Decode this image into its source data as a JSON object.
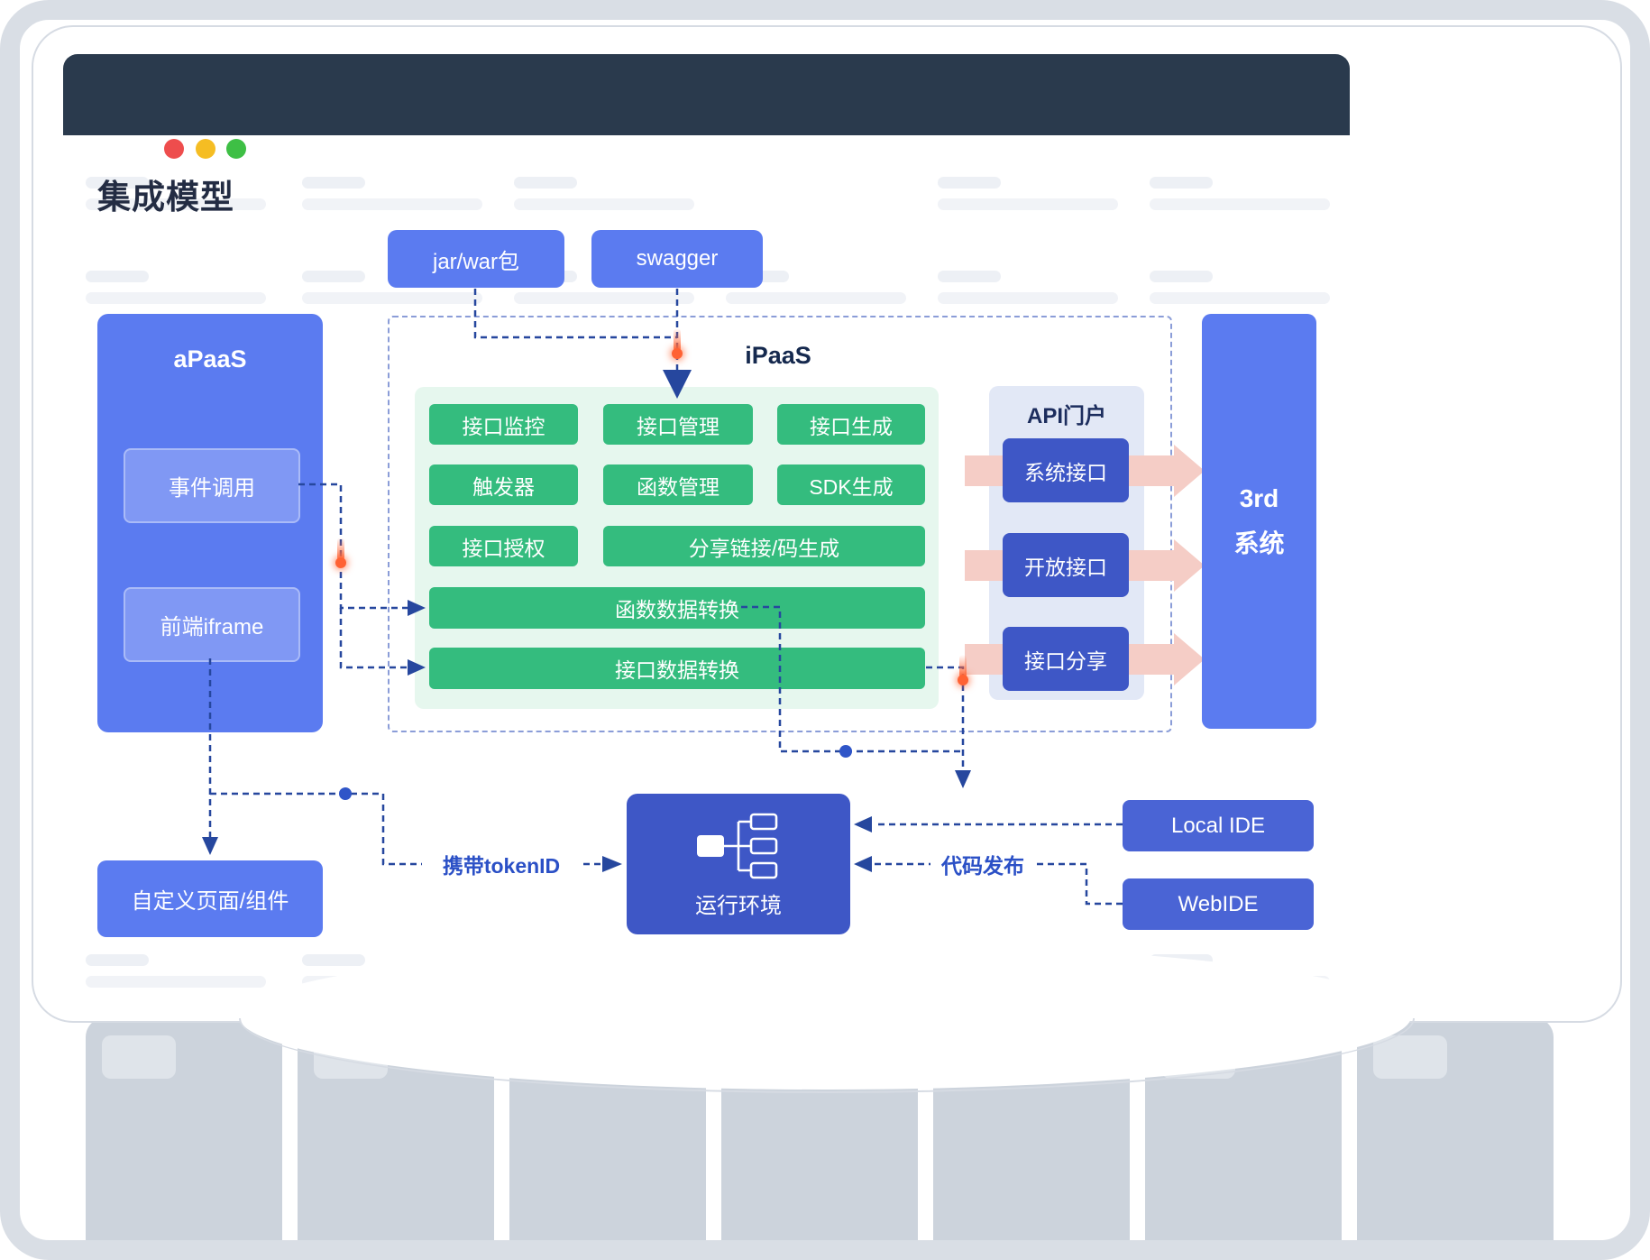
{
  "page_title": "集成模型",
  "sources": {
    "jar": "jar/war包",
    "swagger": "swagger"
  },
  "apaas": {
    "title": "aPaaS",
    "event_call": "事件调用",
    "front_iframe": "前端iframe"
  },
  "ipaas": {
    "title": "iPaaS",
    "buttons": [
      "接口监控",
      "接口管理",
      "接口生成",
      "触发器",
      "函数管理",
      "SDK生成",
      "接口授权",
      "分享链接/码生成",
      "函数数据转换",
      "接口数据转换"
    ]
  },
  "api_portal": {
    "title": "API门户",
    "items": [
      "系统接口",
      "开放接口",
      "接口分享"
    ]
  },
  "third_system": {
    "line1": "3rd",
    "line2": "系统"
  },
  "bottom": {
    "custom_component": "自定义页面/组件",
    "runtime": "运行环境",
    "local_ide": "Local IDE",
    "web_ide": "WebIDE"
  },
  "flow_labels": {
    "token": "携带tokenID",
    "deploy": "代码发布"
  },
  "colors": {
    "primary_blue": "#5b7bf0",
    "deep_blue": "#3e57c6",
    "ide_blue": "#4a64d5",
    "inner_blue": "#8098f4",
    "green": "#34bc7e",
    "green_panel_bg": "#e6f7ee",
    "portal_panel_bg": "#e2e8f6",
    "pink_arrow": "#f5cdc6",
    "connector_blue": "#26479e",
    "header_dark": "#2a3a4d",
    "traffic_red": "#ee4d4d",
    "traffic_yellow": "#f5bd23",
    "traffic_green": "#3ebf45",
    "orange_dot": "#ff6233"
  }
}
